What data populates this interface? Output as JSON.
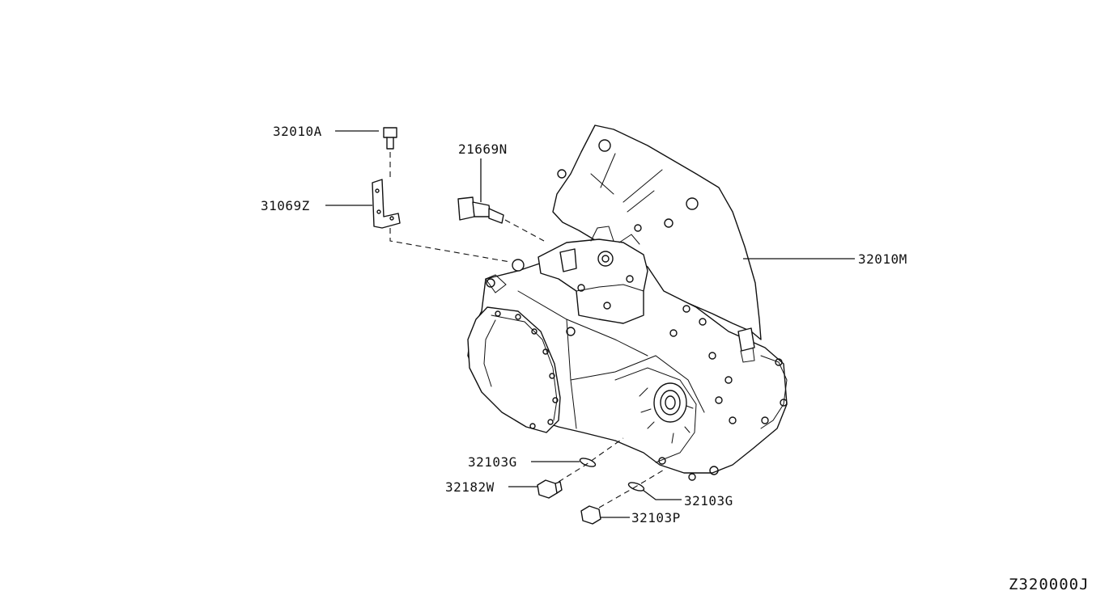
{
  "callouts": {
    "bolt_top": "32010A",
    "bracket": "31069Z",
    "sensor": "21669N",
    "transaxle_assembly": "32010M",
    "gasket_left": "32103G",
    "drain_plug": "32182W",
    "gasket_right": "32103G",
    "filler_plug": "32103P"
  },
  "diagram_id": "Z320000J"
}
